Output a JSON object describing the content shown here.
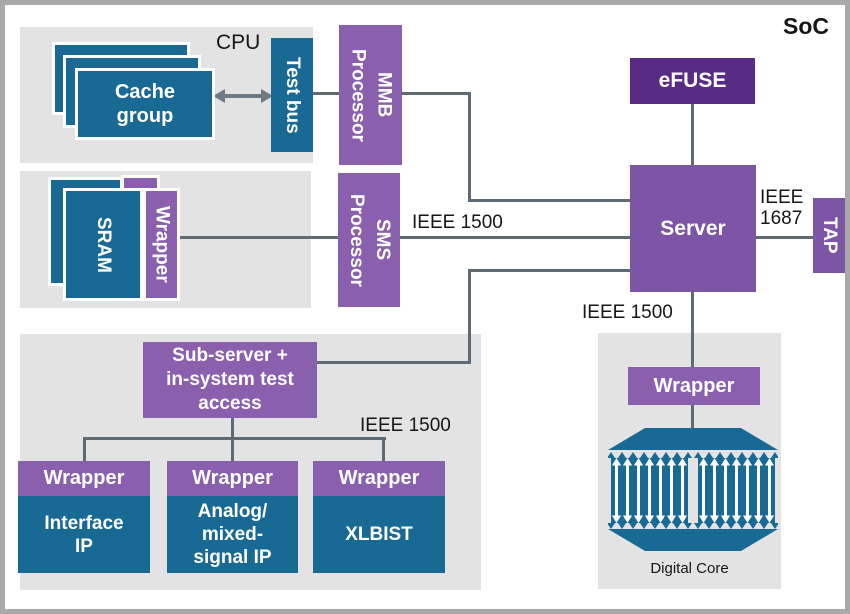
{
  "title": "SoC",
  "colors": {
    "teal": "#186a95",
    "purple_mid": "#8a5fad",
    "purple_dark": "#582b84",
    "purple_server": "#7d55a6",
    "panel_gray": "#e3e3e3",
    "connector_gray": "#5e6a74",
    "frame_gray": "#a9a9a9"
  },
  "cpu_panel": {
    "label": "CPU",
    "cache_group_lines": [
      "Cache",
      "group"
    ],
    "test_bus": "Test bus"
  },
  "processors": {
    "mmb_lines": [
      "MMB",
      "Processor"
    ],
    "sms_lines": [
      "SMS",
      "Processor"
    ]
  },
  "sram_panel": {
    "sram": "SRAM",
    "wrapper": "Wrapper"
  },
  "buses": {
    "ieee1500_sms": "IEEE 1500",
    "ieee1687_lines": [
      "IEEE",
      "1687"
    ],
    "ieee1500_server": "IEEE 1500",
    "ieee1500_sub": "IEEE 1500"
  },
  "efuse_label": "eFUSE",
  "server_label": "Server",
  "tap_label": "TAP",
  "sub_server_lines": [
    "Sub-server +",
    "in-system test",
    "access"
  ],
  "ip_blocks": [
    {
      "wrapper": "Wrapper",
      "name_lines": [
        "Interface",
        "IP"
      ]
    },
    {
      "wrapper": "Wrapper",
      "name_lines": [
        "Analog/",
        "mixed-",
        "signal IP"
      ]
    },
    {
      "wrapper": "Wrapper",
      "name_lines": [
        "XLBIST"
      ]
    }
  ],
  "core_panel": {
    "wrapper": "Wrapper",
    "label": "Digital Core"
  }
}
